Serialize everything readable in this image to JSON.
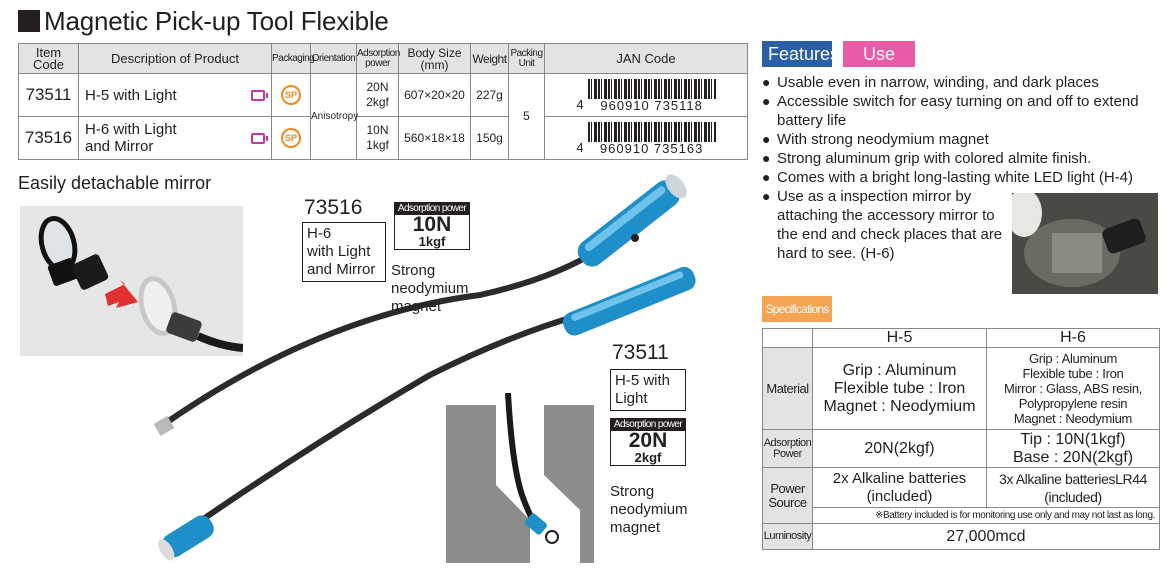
{
  "title": "Magnetic Pick-up Tool Flexible",
  "product_table": {
    "headers": [
      "Item Code",
      "Description of Product",
      "Packaging",
      "Orientation",
      "Adsorption power",
      "Body Size (mm)",
      "Weight",
      "Packing Unit",
      "JAN Code"
    ],
    "orientation": "Anisotropy",
    "packing_unit": "5",
    "packaging_badge": "SP",
    "rows": [
      {
        "code": "73511",
        "desc_line1": "H-5 with Light",
        "desc_line2": "",
        "power_n": "20N",
        "power_kgf": "2kgf",
        "size": "607×20×20",
        "weight": "227g",
        "jan_lead": "4",
        "jan_num": "960910 735118"
      },
      {
        "code": "73516",
        "desc_line1": "H-6 with Light",
        "desc_line2": "and Mirror",
        "power_n": "10N",
        "power_kgf": "1kgf",
        "size": "560×18×18",
        "weight": "150g",
        "jan_lead": "4",
        "jan_num": "960910 735163"
      }
    ]
  },
  "left": {
    "detach_title": "Easily detachable mirror",
    "h6": {
      "code": "73516",
      "line1": "H-6",
      "line2": "with Light",
      "line3": "and Mirror",
      "adsorb_label": "Adsorption power",
      "adsorb_value": "10N",
      "adsorb_kgf": "1kgf",
      "strong1": "Strong",
      "strong2": "neodymium",
      "strong3": "magnet"
    },
    "h5": {
      "code": "73511",
      "line1": "H-5 with",
      "line2": "Light",
      "adsorb_label": "Adsorption power",
      "adsorb_value": "20N",
      "adsorb_kgf": "2kgf",
      "strong1": "Strong",
      "strong2": "neodymium",
      "strong3": "magnet"
    }
  },
  "features": {
    "tag_features": "Features",
    "tag_use": "Use",
    "items": [
      "Usable even in narrow, winding, and dark places",
      "Accessible switch for easy turning on and off to extend battery life",
      "With strong neodymium magnet",
      "Strong aluminum grip with colored almite finish.",
      "Comes with a bright long-lasting white LED light (H-4)",
      "Use as a inspection mirror by attaching the accessory mirror to the end and check places that are hard to see. (H-6)"
    ]
  },
  "specs": {
    "tag": "Specifications",
    "col_h5": "H-5",
    "col_h6": "H-6",
    "material_label": "Material",
    "material_h5": [
      "Grip : Aluminum",
      "Flexible tube : Iron",
      "Magnet : Neodymium"
    ],
    "material_h6": [
      "Grip : Aluminum",
      "Flexible tube : Iron",
      "Mirror : Glass, ABS resin,",
      "Polypropylene resin",
      "Magnet : Neodymium"
    ],
    "adsorption_label_1": "Adsorption",
    "adsorption_label_2": "Power",
    "adsorption_h5": "20N(2kgf)",
    "adsorption_h6_1": "Tip : 10N(1kgf)",
    "adsorption_h6_2": "Base : 20N(2kgf)",
    "power_label_1": "Power",
    "power_label_2": "Source",
    "power_h5_1": "2x Alkaline batteries",
    "power_h5_2": "(included)",
    "power_h6_1": "3x Alkaline batteriesLR44",
    "power_h6_2": "(included)",
    "battery_note": "※Battery included is for monitoring use only and may not last as long.",
    "luminosity_label": "Luminosity",
    "luminosity_value": "27,000mcd"
  },
  "colors": {
    "features_tag": "#2a5fa8",
    "use_tag": "#ea5aa6",
    "spec_tag": "#f5a452",
    "tool_blue": "#1f8fc9",
    "packaging_icon": "#c3389f",
    "sp_badge": "#f08c1e"
  }
}
